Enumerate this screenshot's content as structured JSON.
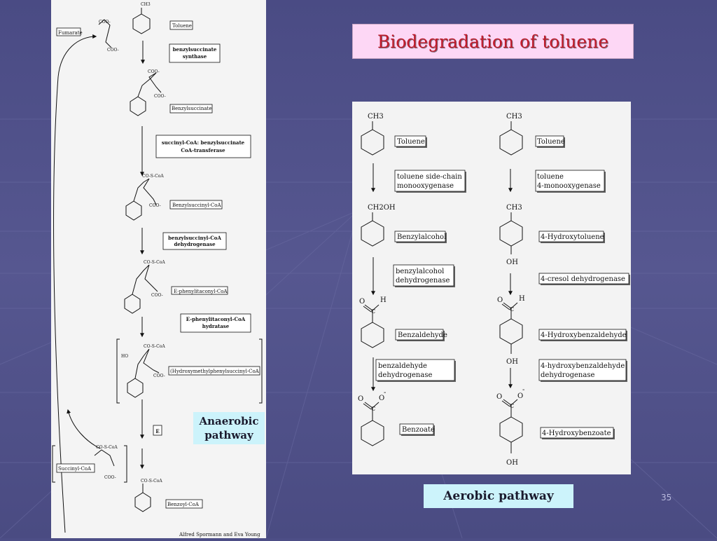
{
  "title": "Biodegradation of toluene",
  "captions": {
    "anaerobic": [
      "Anaerobic",
      "pathway"
    ],
    "aerobic": "Aerobic pathway"
  },
  "page_number": "35",
  "credit": "Alfred Spormann and Eva Young",
  "anaerobic": {
    "fumarate_label": "Fumarate",
    "compounds": [
      "Toluene",
      "Benzylsuccinate",
      "Benzylsuccinyl-CoA",
      "E-phenylitaconyl-CoA",
      "(Hydroxymethylphenylsuccinyl-CoA",
      "Succinyl-CoA",
      "Benzoyl-CoA"
    ],
    "enzymes": [
      [
        "benzylsuccinate",
        "synthase"
      ],
      [
        "succinyl-CoA: benzylsuccinate",
        "CoA-transferase"
      ],
      [
        "benzylsuccinyl-CoA",
        "dehydrogenase"
      ],
      [
        "E-phenylitaconyl-CoA",
        "hydratase"
      ]
    ],
    "step_box": "E",
    "chem": {
      "ch3": "CH3",
      "coo": "COO-",
      "cosco": "CO-S-CoA",
      "ho": "HO"
    }
  },
  "aerobic": {
    "left": {
      "compounds": [
        "Toluene",
        "Benzylalcohol",
        "Benzaldehyde",
        "Benzoate"
      ],
      "enzymes": [
        [
          "toluene side-chain",
          "monooxygenase"
        ],
        [
          "benzylalcohol",
          "dehydrogenase"
        ],
        [
          "benzaldehyde",
          "dehydrogenase"
        ]
      ],
      "groups": [
        "CH3",
        "CH2OH"
      ]
    },
    "right": {
      "compounds": [
        "Toluene",
        "4-Hydroxytoluene",
        "4-Hydroxybenzaldehyde",
        "4-Hydroxybenzoate"
      ],
      "enzymes": [
        [
          "toluene",
          "4-monooxygenase"
        ],
        [
          "4-cresol dehydrogenase"
        ],
        [
          "4-hydroxybenzaldehyde",
          "dehydrogenase"
        ]
      ],
      "groups": [
        "CH3",
        "OH"
      ]
    },
    "atoms": {
      "o": "O",
      "h": "H",
      "c": "C",
      "minus": "-"
    }
  }
}
